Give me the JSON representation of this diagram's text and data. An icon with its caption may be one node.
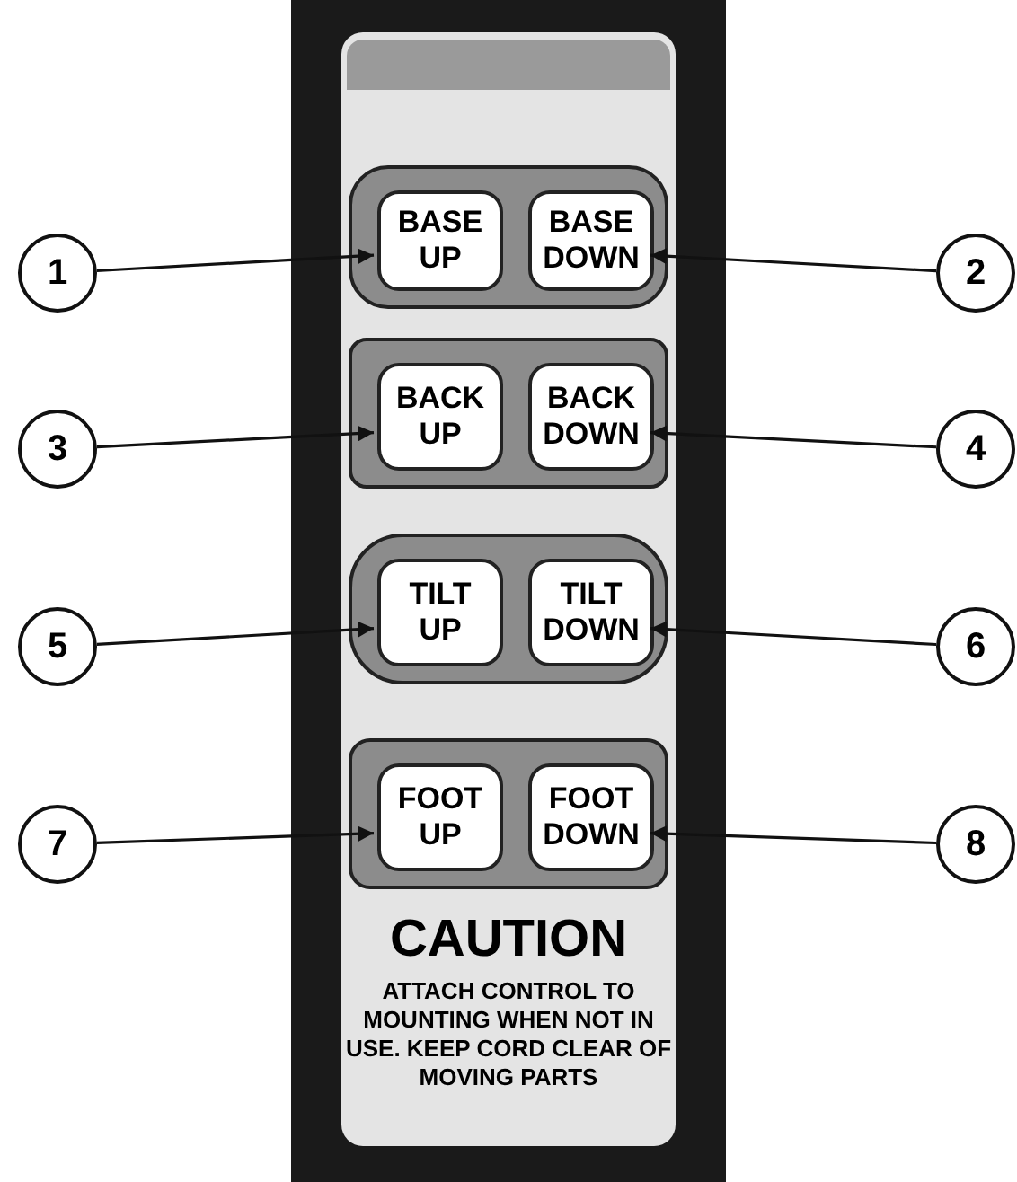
{
  "diagram": {
    "nodes": [
      {
        "text": [
          "CAUTION",
          "ATTACH CONTROL TO MOUNTING WHEN NOT IN USE. KEEP CORD CLEAR OF MOVING PARTS"
        ]
      },
      {
        "text": [],
        "shape": "box",
        "in": 0
      },
      {
        "text": [
          "BASE UP"
        ],
        "in": 1
      },
      {
        "text": [
          "BASE DOWN"
        ],
        "in": 1
      },
      {
        "text": [],
        "shape": "box",
        "in": 0
      },
      {
        "text": [
          "BACK UP"
        ],
        "in": 4
      },
      {
        "text": [
          "BACK DOWN"
        ],
        "in": 4
      },
      {
        "text": [],
        "shape": "box",
        "in": 0
      },
      {
        "text": [
          "TILT UP"
        ],
        "in": 7
      },
      {
        "text": [
          "TILT DOWN"
        ],
        "in": 7
      },
      {
        "text": [],
        "shape": "box",
        "in": 0
      },
      {
        "text": [
          "FOOT UP"
        ],
        "in": 10
      },
      {
        "text": [
          "FOOT DOWN"
        ],
        "in": 10
      },
      {
        "text": [
          "1"
        ]
      },
      {
        "text": [
          "2"
        ]
      },
      {
        "text": [
          "3"
        ]
      },
      {
        "text": [
          "4"
        ]
      },
      {
        "text": [
          "5"
        ]
      },
      {
        "text": [
          "6"
        ]
      },
      {
        "text": [
          "7"
        ]
      },
      {
        "text": [
          "8"
        ]
      }
    ],
    "edges": [
      {
        "from": 13,
        "to": 2,
        "arrow": "to"
      },
      {
        "from": 14,
        "to": 3,
        "arrow": "to"
      },
      {
        "from": 15,
        "to": 5,
        "arrow": "to"
      },
      {
        "from": 16,
        "to": 6,
        "arrow": "to"
      },
      {
        "from": 17,
        "to": 8,
        "arrow": "to"
      },
      {
        "from": 18,
        "to": 9,
        "arrow": "to"
      },
      {
        "from": 19,
        "to": 11,
        "arrow": "to"
      },
      {
        "from": 20,
        "to": 12,
        "arrow": "to"
      }
    ]
  }
}
